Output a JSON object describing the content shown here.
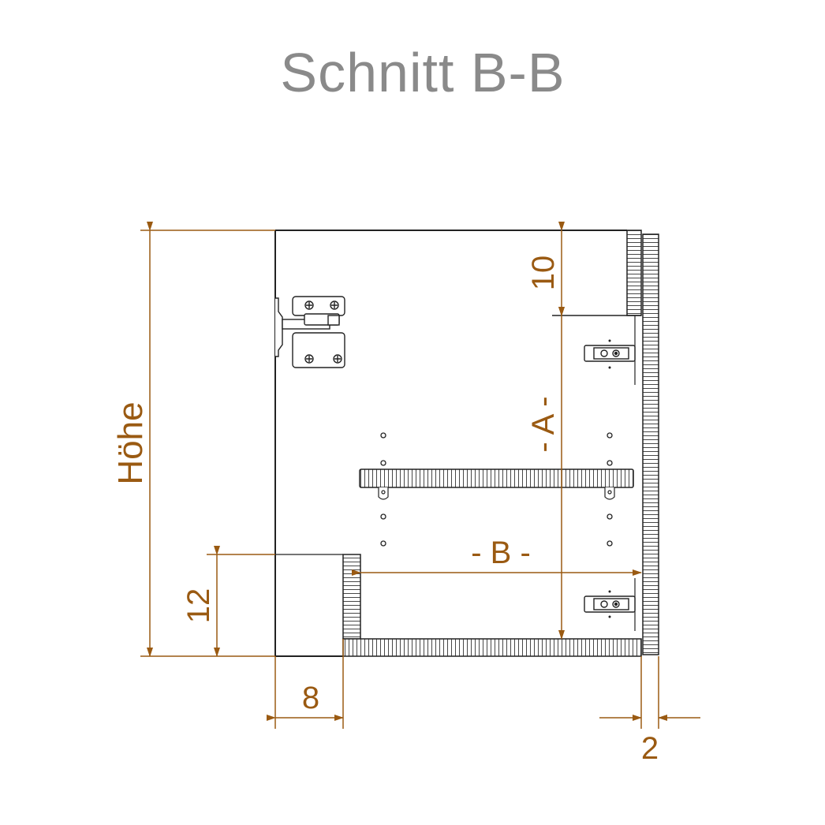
{
  "title": "Schnitt B-B",
  "colors": {
    "dimension": "#9a5a12",
    "outline": "#222222",
    "title": "#8a8a8a"
  },
  "dimensions": {
    "height": "Höhe",
    "top_gap": "10",
    "inner_height": "- A -",
    "inner_width": "- B -",
    "plinth_height": "12",
    "plinth_depth": "8",
    "door_gap": "2"
  }
}
